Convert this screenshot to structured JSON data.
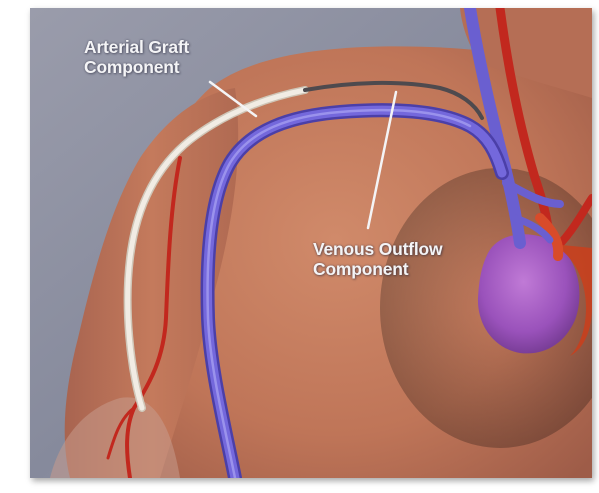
{
  "labels": {
    "arterial_graft": [
      "Arterial Graft",
      "Component"
    ],
    "venous_outflow": [
      "Venous Outflow",
      "Component"
    ]
  },
  "colors": {
    "skin": "#c98265",
    "background": "#8c8f9e",
    "venous_vein": "#6a5fd0",
    "artery": "#c2281e",
    "graft": "#f1ece4",
    "heart": "#a45bc4",
    "label_text": "#f4f4f6"
  },
  "icons": []
}
